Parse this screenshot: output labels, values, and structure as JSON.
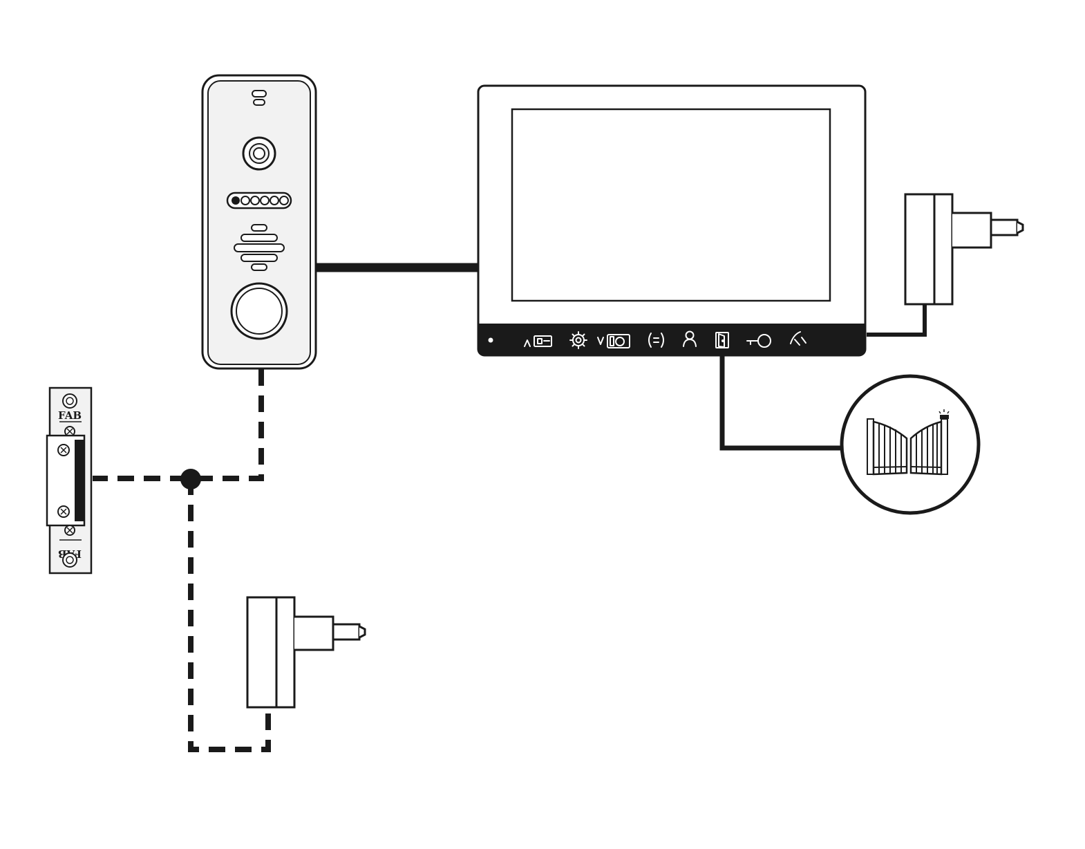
{
  "diagram": {
    "colors": {
      "ink": "#1a1a1a",
      "panel": "#f2f2f2",
      "paper": "#ffffff"
    },
    "components": {
      "door_station": {
        "icon": "door-station-icon"
      },
      "monitor": {
        "icon": "indoor-monitor-icon",
        "buttons": [
          "power-led-icon",
          "up-intercom-icon",
          "settings-gear-icon",
          "down-camera-icon",
          "talk-icon",
          "user-icon",
          "door-icon",
          "key-icon",
          "hangup-icon"
        ]
      },
      "monitor_adapter": {
        "icon": "power-adapter-icon"
      },
      "lock_adapter": {
        "icon": "power-adapter-icon"
      },
      "electric_lock": {
        "icon": "electric-strike-lock-icon",
        "label_top": "FAB",
        "label_bottom": "FAB"
      },
      "gate": {
        "icon": "automatic-gate-icon"
      }
    },
    "connections": [
      {
        "from": "door_station",
        "to": "monitor",
        "style": "solid"
      },
      {
        "from": "monitor",
        "to": "monitor_adapter",
        "style": "solid"
      },
      {
        "from": "monitor",
        "to": "gate",
        "style": "solid"
      },
      {
        "from": "door_station",
        "to": "electric_lock",
        "style": "dashed"
      },
      {
        "from": "electric_lock",
        "to": "lock_adapter",
        "style": "dashed"
      }
    ]
  }
}
